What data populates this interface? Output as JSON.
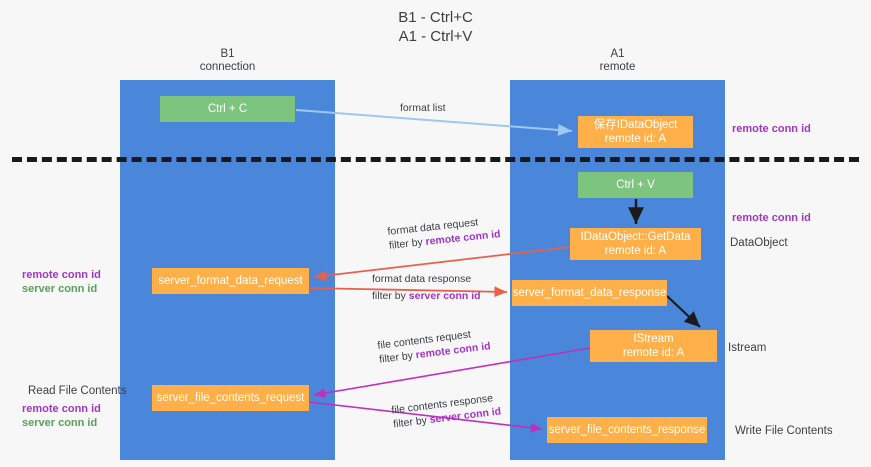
{
  "title": {
    "line1": "B1 - Ctrl+C",
    "line2": "A1 - Ctrl+V"
  },
  "lanes": {
    "left": {
      "name": "B1",
      "role": "connection"
    },
    "right": {
      "name": "A1",
      "role": "remote"
    }
  },
  "boxes": {
    "ctrl_c": "Ctrl + C",
    "idataobject_line1": "保存IDataObject",
    "idataobject_line2": "remote id: A",
    "ctrl_v": "Ctrl + V",
    "getdata_line1": "IDataObject::GetData",
    "getdata_line2": "remote id: A",
    "server_format_data_request": "server_format_data_request",
    "server_format_data_response": "server_format_data_response",
    "istream_line1": "IStream",
    "istream_line2": "remote id: A",
    "server_file_contents_request": "server_file_contents_request",
    "server_file_contents_response": "server_file_contents_response"
  },
  "edges": {
    "format_list": "format list",
    "format_data_request": "format data request",
    "format_data_request_filter_prefix": "filter by ",
    "format_data_request_filter_key": "remote conn id",
    "format_data_response": "format data response",
    "format_data_response_filter_prefix": "filter by ",
    "format_data_response_filter_key": "server conn id",
    "file_contents_request": "file contents request",
    "file_contents_request_filter_prefix": "filter by ",
    "file_contents_request_filter_key": "remote conn id",
    "file_contents_response": "file contents response",
    "file_contents_response_filter_prefix": "filter by ",
    "file_contents_response_filter_key": "server conn id"
  },
  "side_labels": {
    "right_remote_conn_id_top": "remote conn id",
    "right_remote_conn_id_mid": "remote conn id",
    "right_dataobject": "DataObject",
    "right_istream": "Istream",
    "right_write_file_contents": "Write File Contents",
    "left_remote_conn_id": "remote conn id",
    "left_server_conn_id": "server conn id",
    "left_read_file_contents": "Read File Contents",
    "left_remote_conn_id_2": "remote conn id",
    "left_server_conn_id_2": "server conn id"
  },
  "colors": {
    "lane": "#4a86d9",
    "green_box": "#7dc47f",
    "orange_box": "#ffb048",
    "purple_text": "#a335c4",
    "green_text": "#59a05b",
    "red_arrow": "#e8604c",
    "magenta_arrow": "#c030b8",
    "blue_arrow": "#9ec8ef",
    "black_arrow": "#1a1a1a",
    "background": "#f7f7f8"
  }
}
